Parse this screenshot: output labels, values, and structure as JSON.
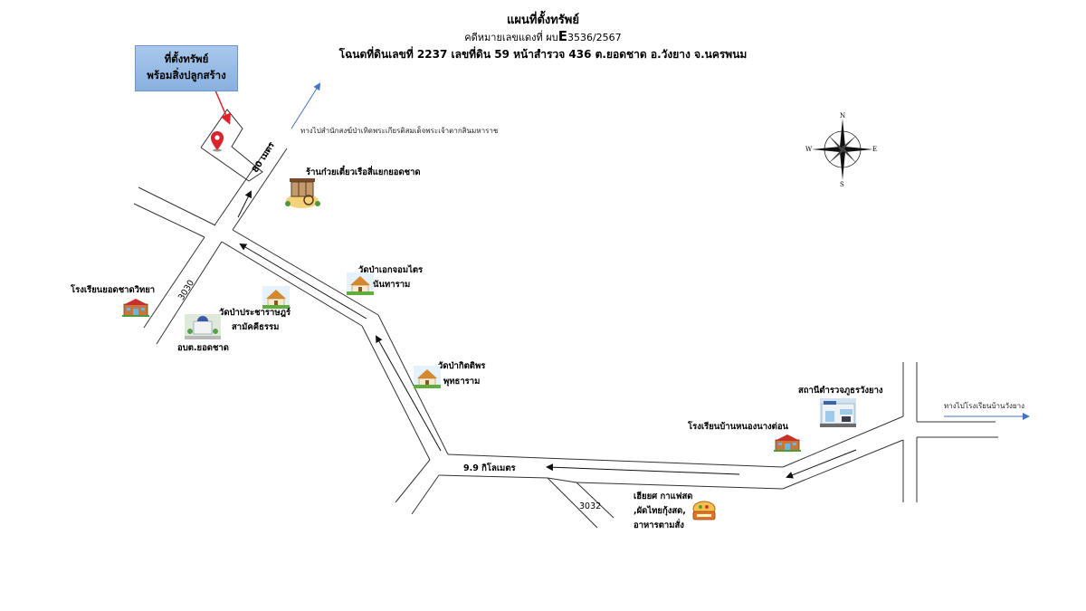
{
  "header": {
    "title": "แผนที่ตั้งทรัพย์",
    "case_label": "คดีหมายเลขแดงที่ ผบ",
    "case_prefix": "E",
    "case_number": "3536/2567",
    "deed_info": "โฉนดที่ดินเลขที่ 2237 เลขที่ดิน 59 หน้าสำรวจ 436 ต.ยอดชาด อ.วังยาง จ.นครพนม"
  },
  "callout": {
    "line1": "ที่ตั้งทรัพย์",
    "line2": "พร้อมสิ่งปลูกสร้าง"
  },
  "directions": {
    "to_monastery": "ทางไปสำนักสงฆ์ป่าเทิดพระเกียรติสมเด็จพระเจ้าตากสินมหาราช",
    "to_school": "ทางไปโรงเรียนบ้านวังยาง"
  },
  "compass": {
    "n": "N",
    "s": "S",
    "e": "E",
    "w": "W"
  },
  "roads": {
    "distance_80m": "80 เมตร",
    "route_3030": "3030",
    "route_3032": "3032",
    "distance_9_9km": "9.9 กิโลเมตร"
  },
  "landmarks": {
    "noodle_shop": "ร้านก๋วยเตี๋ยวเรือสี่แยกยอดชาด",
    "yodchat_school": "โรงเรียนยอดชาดวิทยา",
    "wat_prachasamakkhi_1": "วัดป่าประชาราษฎร์",
    "wat_prachasamakkhi_2": "สามัคคีธรรม",
    "sao_yodchat": "อบต.ยอดชาด",
    "wat_ekachom_1": "วัดป่าเอกจอมไตร",
    "wat_ekachom_2": "นันทาราม",
    "wat_kittiphon_1": "วัดป่ากิตติพร",
    "wat_kittiphon_2": "พุทธาราม",
    "police_station": "สถานีตำรวจภูธรวังยาง",
    "nongnang_school": "โรงเรียนบ้านหนองนางต่อน",
    "cafe_1": "เฮียยศ กาแฟสด",
    "cafe_2": ",ผัดไทยกุ้งสด,",
    "cafe_3": "อาหารตามสั่ง"
  },
  "colors": {
    "callout_bg": "#9bbde8",
    "pin": "#d9232d",
    "arrow_red": "#e0202a",
    "direction_blue": "#4472c4",
    "road_line": "#333333"
  }
}
